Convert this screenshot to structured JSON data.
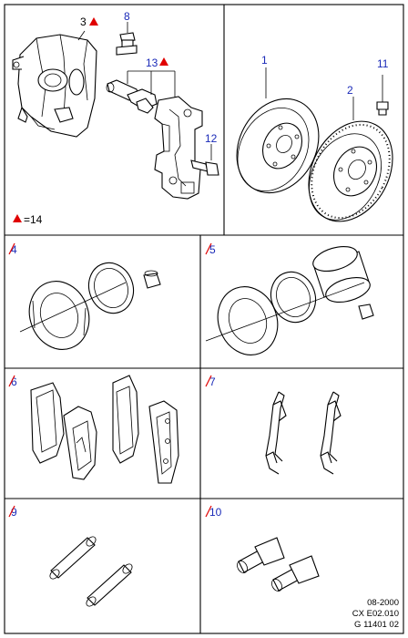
{
  "callouts": {
    "caliper": "3",
    "bleed_screw": "8",
    "carrier": "13",
    "bolt_12": "12",
    "disc_1": "1",
    "disc_2": "2",
    "bolt_11": "11",
    "legend": "=14"
  },
  "panels": {
    "p4": "4",
    "p5": "5",
    "p6": "6",
    "p7": "7",
    "p9": "9",
    "p10": "10"
  },
  "footer": {
    "date": "08-2000",
    "code": "CX E02.010",
    "ref": "G 11401 02"
  },
  "colors": {
    "marker_red": "#e00000",
    "label_blue": "#1a2ab8"
  }
}
